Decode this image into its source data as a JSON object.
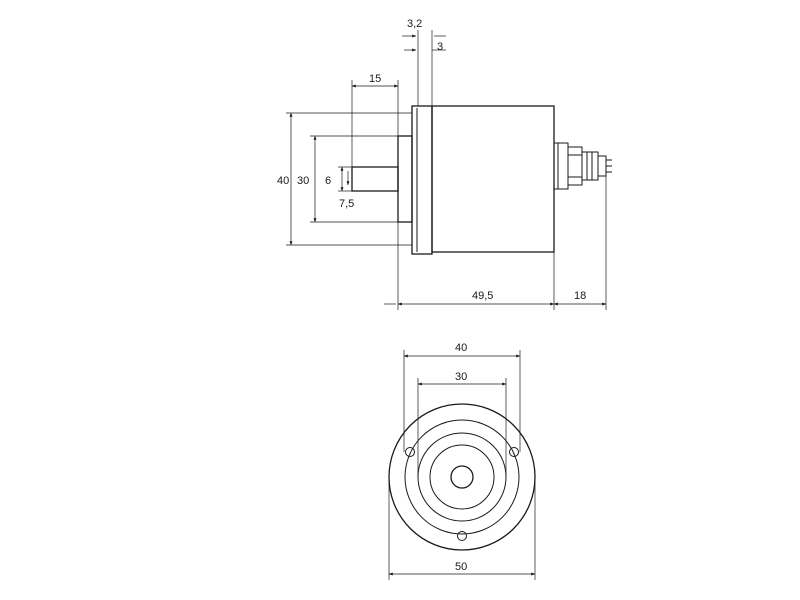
{
  "side_view": {
    "dims": {
      "flange_thickness": "3,2",
      "flange_offset": "3",
      "shaft_length": "15",
      "outer_height": "40",
      "spigot_diameter": "30",
      "shaft_diameter": "6",
      "shaft_flat": "7,5",
      "body_length": "49,5",
      "gland_length": "18"
    }
  },
  "front_view": {
    "dims": {
      "bolt_circle": "40",
      "spigot": "30",
      "outer": "50"
    }
  }
}
